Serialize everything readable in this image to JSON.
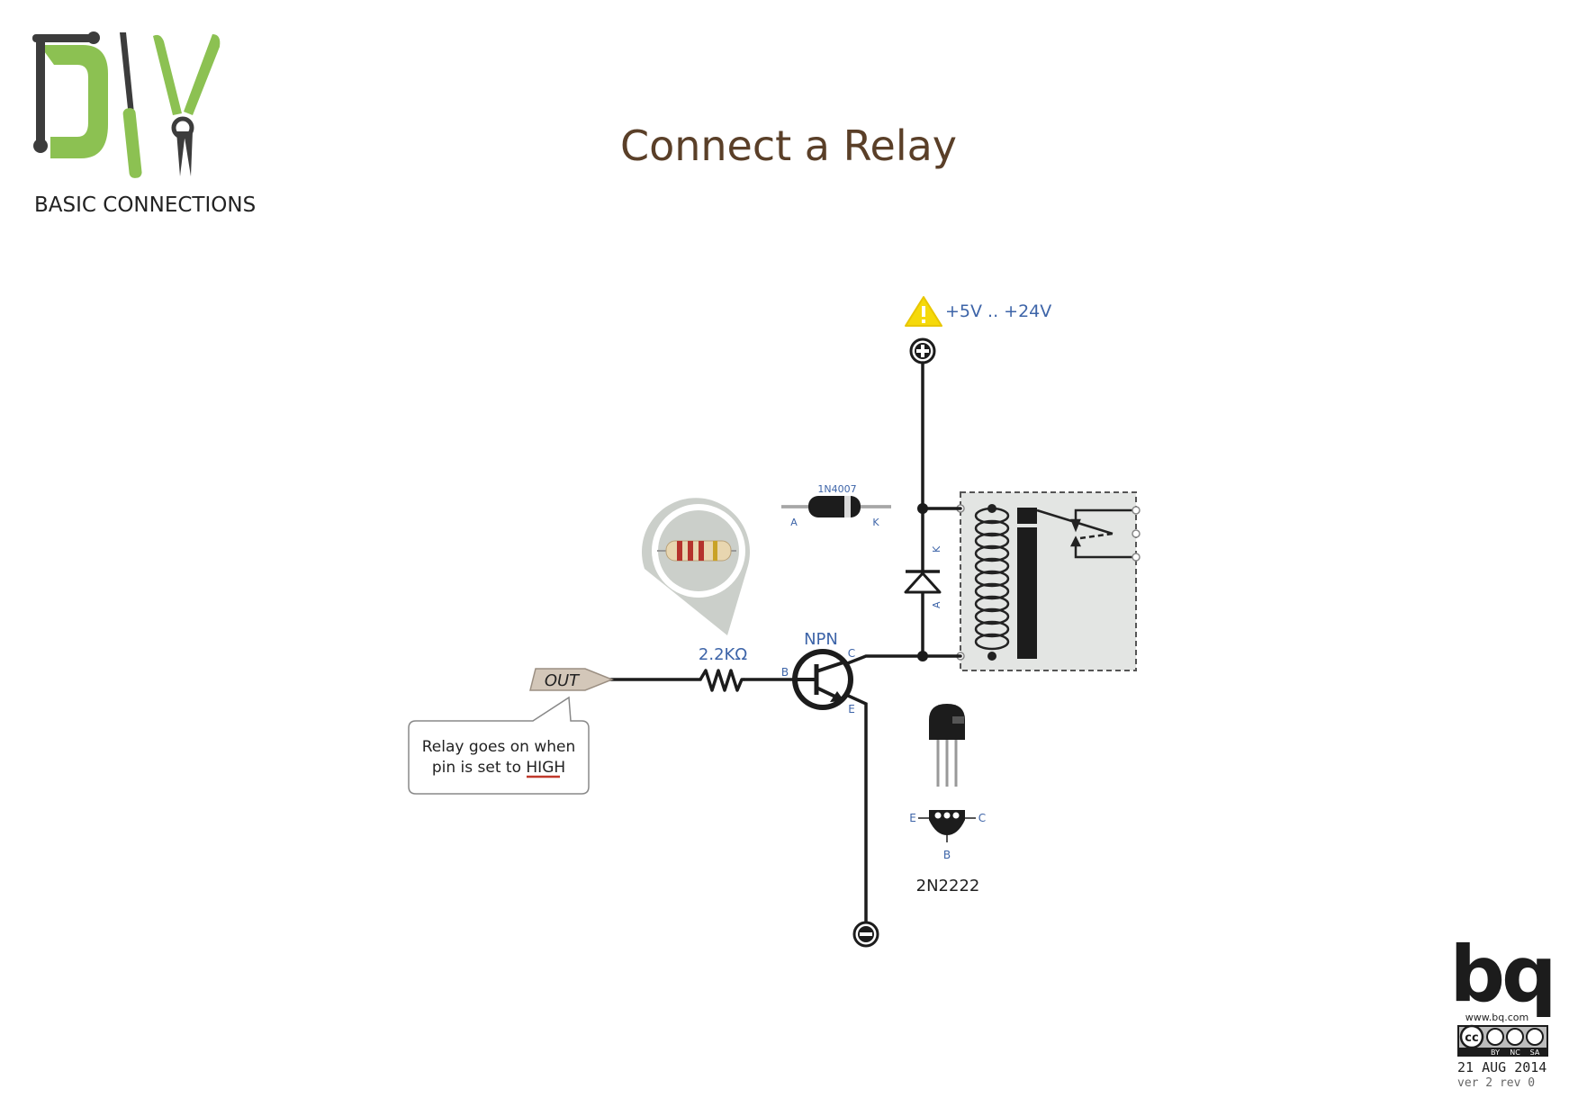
{
  "header": {
    "logo_text": "DIY",
    "subtitle": "BASIC CONNECTIONS",
    "title": "Connect a Relay"
  },
  "supply": {
    "voltage_label": "+5V .. +24V",
    "positive_terminal_symbol": "+",
    "negative_terminal_symbol": "−"
  },
  "components": {
    "output_pin": "OUT",
    "resistor_value": "2.2KΩ",
    "transistor_type": "NPN",
    "transistor_pins": {
      "base": "B",
      "collector": "C",
      "emitter": "E"
    },
    "diode_part": "1N4007",
    "diode_pins": {
      "anode": "A",
      "cathode": "K"
    },
    "package_part": "2N2222",
    "package_pins": {
      "emitter": "E",
      "base": "B",
      "collector": "C"
    }
  },
  "note": {
    "line1": "Relay goes on when",
    "line2_prefix": "pin is set to ",
    "line2_highlight": "HIGH"
  },
  "footer": {
    "brand": "bq",
    "url": "www.bq.com",
    "license_tags": [
      "BY",
      "NC",
      "SA"
    ],
    "date": "21 AUG 2014",
    "version": "ver 2 rev 0"
  },
  "colors": {
    "title": "#5a3f28",
    "accent_green": "#8cc152",
    "logo_dark": "#3c3c3c",
    "label_blue": "#3d64a8",
    "relay_fill": "#e3e5e3",
    "warning_yellow": "#f5d90a"
  },
  "icons": {
    "warning": "warning-triangle-icon",
    "resistor_callout": "resistor-photo-icon"
  }
}
